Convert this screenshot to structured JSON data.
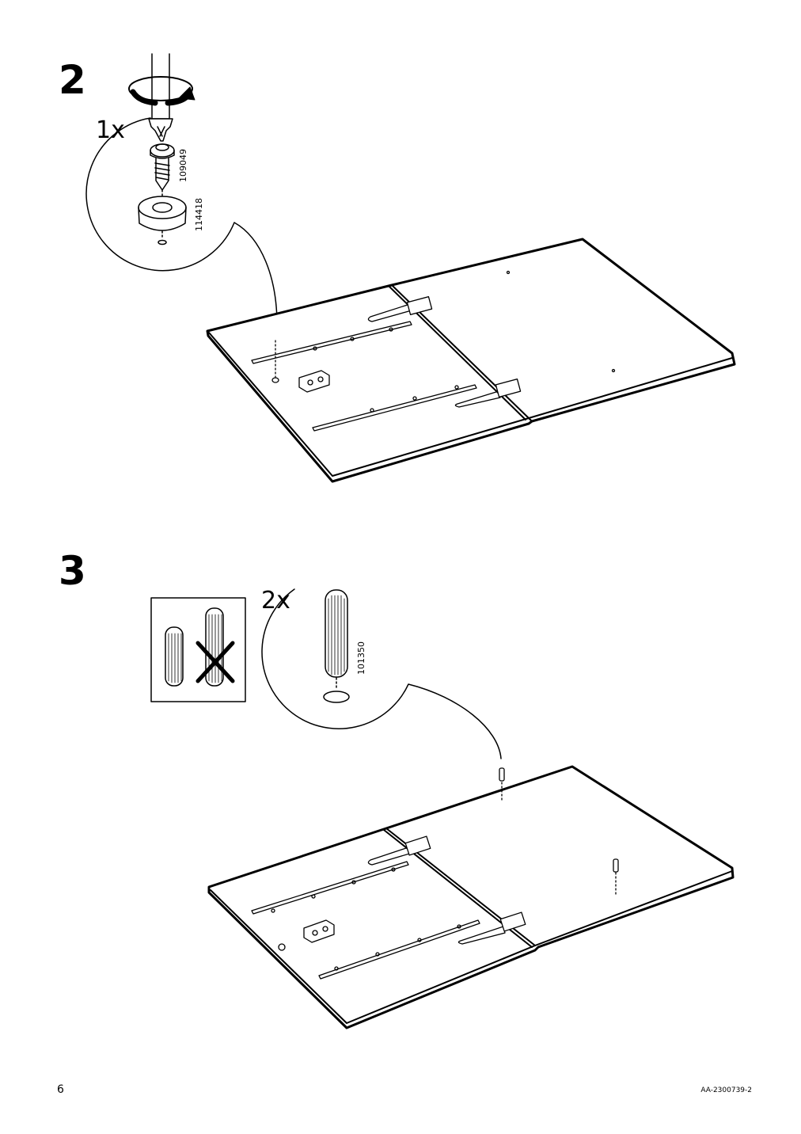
{
  "step2": {
    "number": "2",
    "quantity": "1x",
    "part_screw": "109049",
    "part_glide": "114418"
  },
  "step3": {
    "number": "3",
    "quantity": "2x",
    "part_dowel": "101350"
  },
  "footer": {
    "page_number": "6",
    "doc_id": "AA-2300739-2"
  }
}
